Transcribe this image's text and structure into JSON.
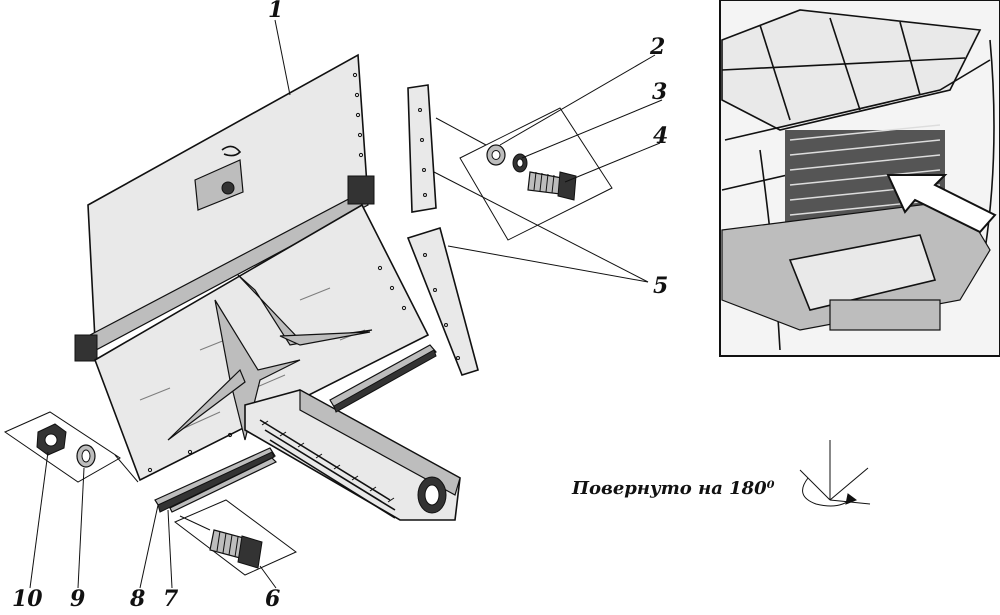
{
  "callouts": {
    "c1": "1",
    "c2": "2",
    "c3": "3",
    "c4": "4",
    "c5": "5",
    "c6": "6",
    "c7": "7",
    "c8": "8",
    "c9": "9",
    "c10": "10"
  },
  "caption": "Повернуто на 180⁰"
}
